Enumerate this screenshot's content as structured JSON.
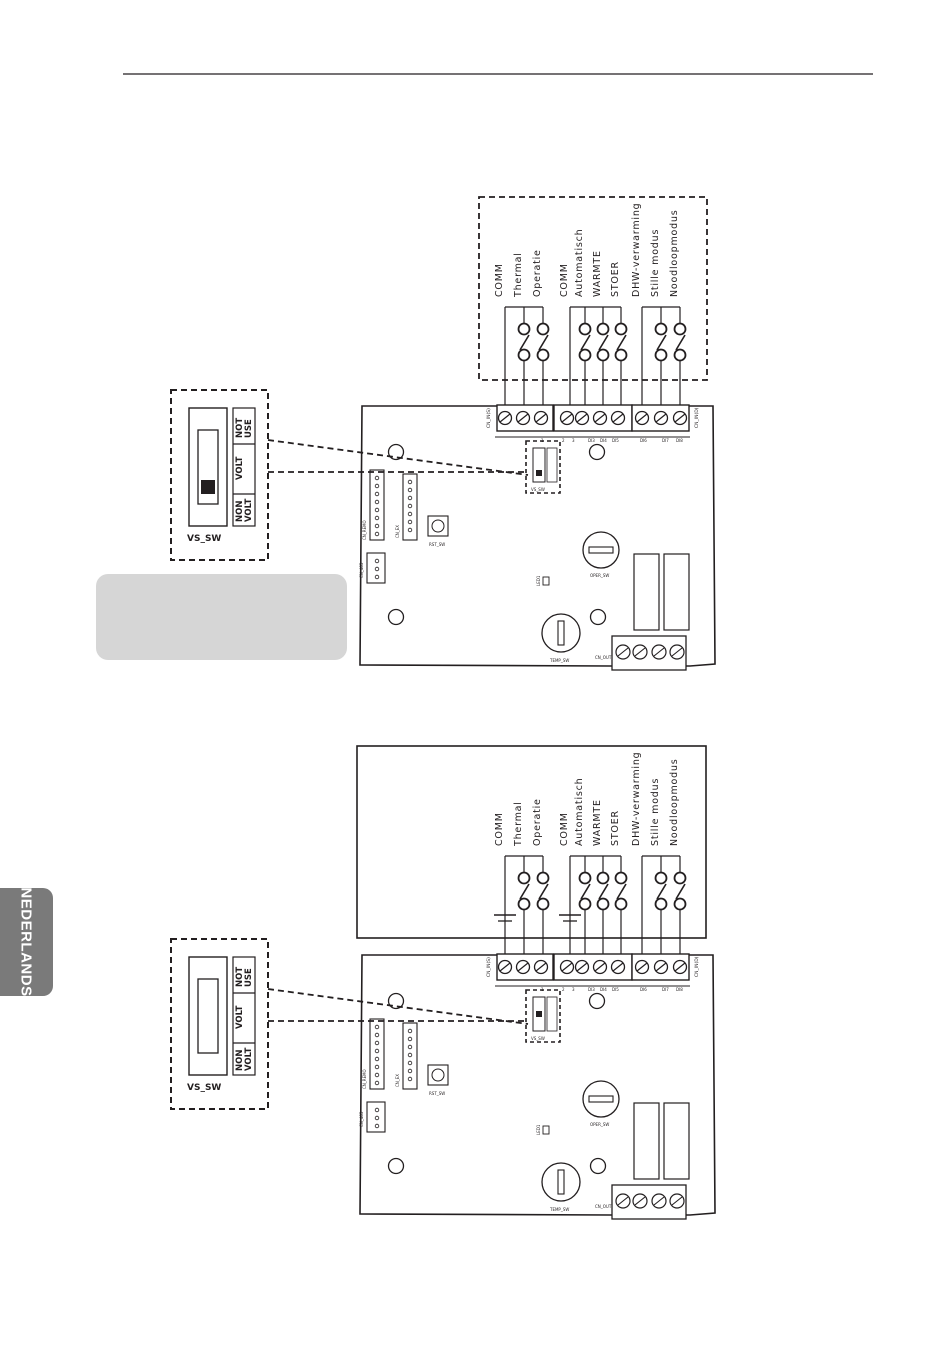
{
  "side_tab": {
    "label": "NEDERLANDS"
  },
  "switch_box": {
    "label": "VS_SW",
    "cells": [
      "NOT USE",
      "VOLT",
      "NON VOLT"
    ]
  },
  "group1": {
    "labels": [
      "COMM",
      "Thermal",
      "Operatie"
    ]
  },
  "group2": {
    "labels": [
      "COMM",
      "Automatisch",
      "WARMTE",
      "STOER"
    ]
  },
  "group3": {
    "labels": [
      "DHW-verwarming",
      "Stille modus",
      "Noodloopmodus"
    ]
  },
  "board": {
    "cn_in_left": "CN_IN(S)",
    "cn_in_right": "CN_IN(D)",
    "vs_sw": "VS_SW",
    "cn_remo": "CN_REMO",
    "cn_ex": "CN_EX",
    "cn_485": "CN_485",
    "rst_sw": "RST_SW",
    "led": "LED1",
    "oper_sw": "OPER_SW",
    "temp_sw": "TEMP_SW",
    "cn_out": "CN_OUT",
    "terminal_labels_a": [
      "1",
      "2",
      "3",
      "DI3",
      "DI4",
      "DI5",
      "DI6",
      "DI7",
      "DI8"
    ],
    "terminal_labels_b": [
      "1",
      "2",
      "3",
      "DI3",
      "DI4",
      "DI5",
      "DI6",
      "DI7",
      "DI8"
    ]
  },
  "colors": {
    "ink": "#231f20",
    "tab": "#7a7a7a",
    "note": "#d6d6d6"
  }
}
